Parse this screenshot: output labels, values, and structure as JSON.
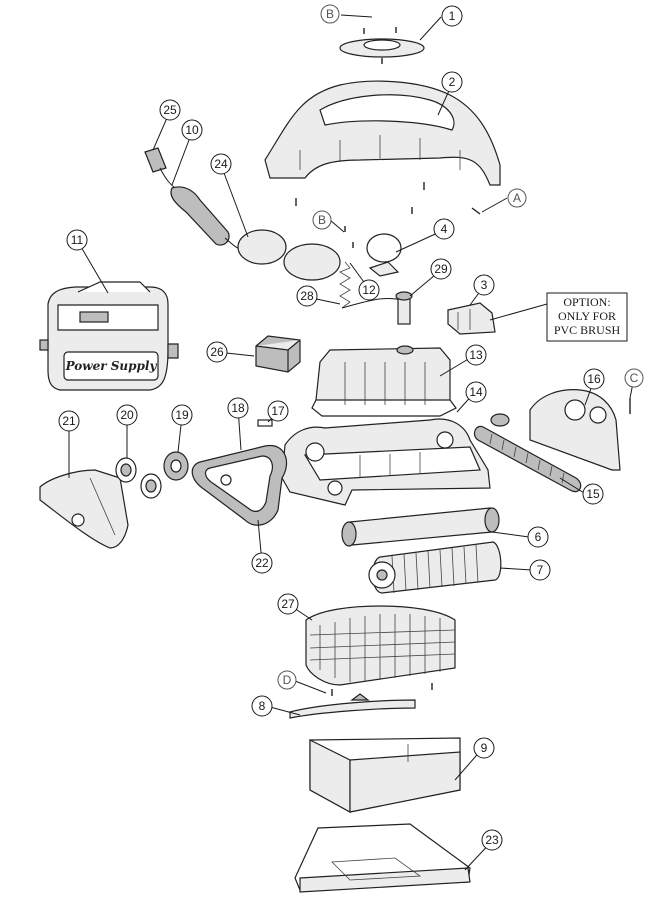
{
  "callouts": [
    "1",
    "2",
    "3",
    "4",
    "6",
    "7",
    "8",
    "9",
    "10",
    "11",
    "12",
    "13",
    "14",
    "15",
    "16",
    "17",
    "18",
    "19",
    "20",
    "21",
    "22",
    "23",
    "24",
    "25",
    "26",
    "27",
    "28",
    "29"
  ],
  "letters": [
    "A",
    "B",
    "C",
    "D"
  ],
  "option_note": {
    "line1": "OPTION:",
    "line2": "ONLY FOR",
    "line3": "PVC BRUSH"
  },
  "power_supply_label": "Power Supply"
}
